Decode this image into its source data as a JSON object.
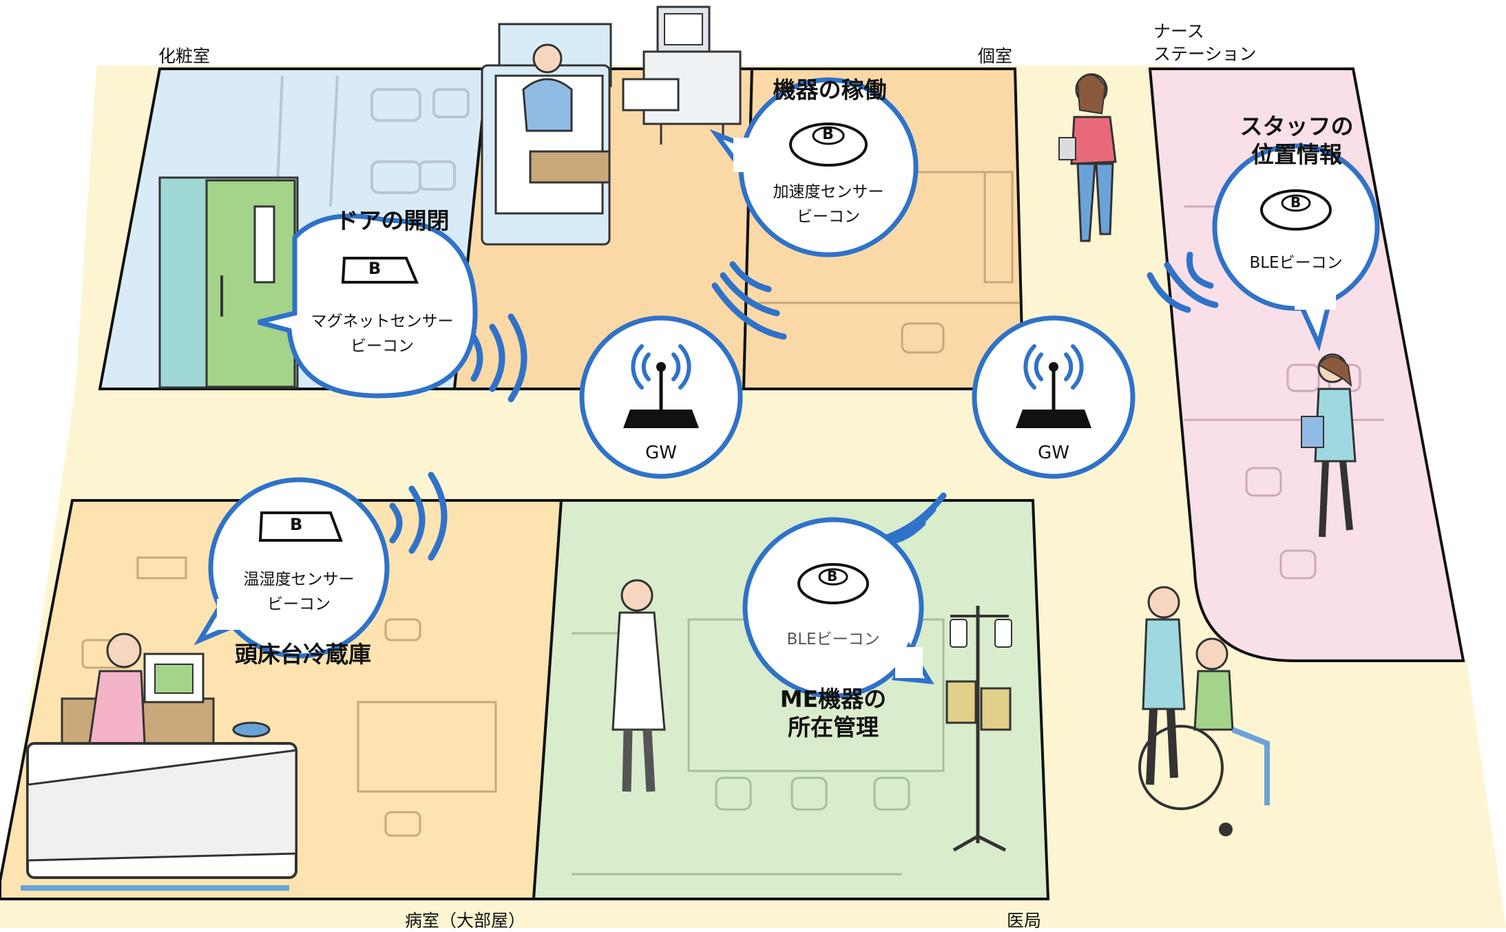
{
  "rooms": {
    "powder_room": "化粧室",
    "private_room": "個室",
    "nurse_station": "ナース\nステーション",
    "ward": "病室（大部屋）",
    "medical_office": "医局"
  },
  "bubbles": {
    "door": {
      "title": "ドアの開閉",
      "badge": "B",
      "text": "マグネットセンサー\nビーコン"
    },
    "equipment_operation": {
      "title": "機器の稼働",
      "badge": "B",
      "text": "加速度センサー\nビーコン"
    },
    "staff": {
      "title": "スタッフの\n位置情報",
      "badge": "B",
      "text": "BLEビーコン"
    },
    "fridge": {
      "title": "頭床台冷蔵庫",
      "badge": "B",
      "text": "温湿度センサー\nビーコン"
    },
    "me_equipment": {
      "title": "ME機器の\n所在管理",
      "badge": "B",
      "text": "BLEビーコン"
    }
  },
  "gateways": {
    "gw1": "GW",
    "gw2": "GW"
  },
  "colors": {
    "bubble_border": "#2f72c9",
    "wave": "#2f72c9",
    "corridor": "#fdf5d2",
    "powder_room": "#d8ebf7",
    "private_room": "#fbd9a6",
    "nurse_station": "#f9dfe8",
    "ward": "#fde3b0",
    "medical_office": "#d9eccb"
  }
}
